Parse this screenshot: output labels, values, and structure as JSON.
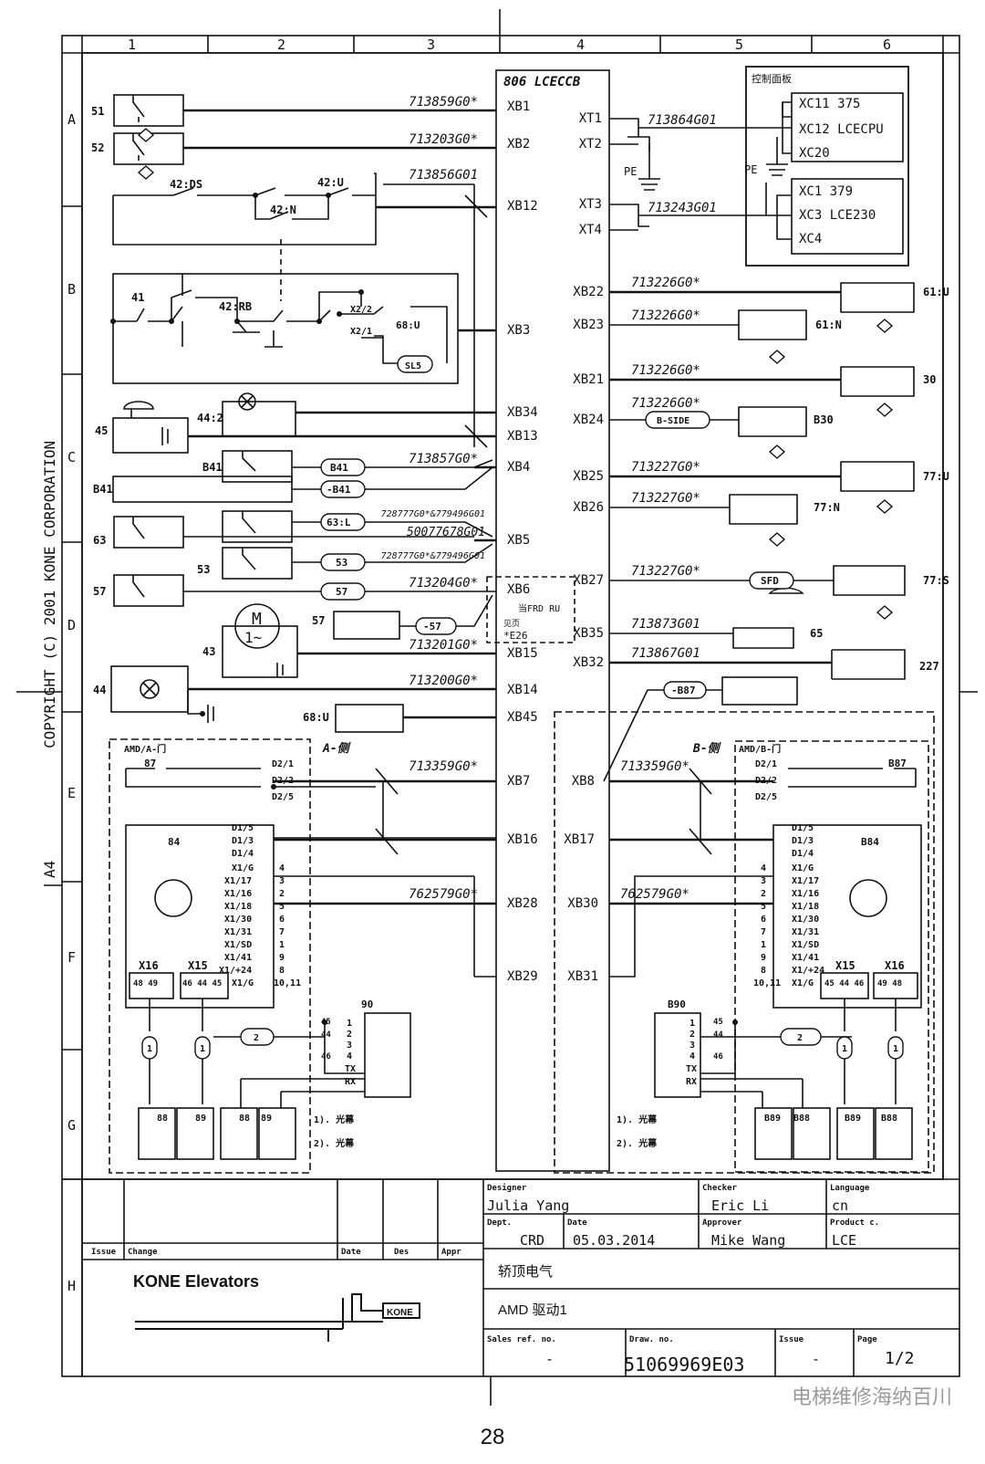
{
  "copyright": "COPYRIGHT (C) 2001 KONE CORPORATION",
  "paper_size": "A4",
  "page_number": "28",
  "watermark": "电梯维修海纳百川",
  "column_labels": [
    "1",
    "2",
    "3",
    "4",
    "5",
    "6"
  ],
  "row_labels": [
    "A",
    "B",
    "C",
    "D",
    "E",
    "F",
    "G",
    "H"
  ],
  "board": {
    "title": "806 LCECCB",
    "left_pins": [
      "XB1",
      "XB2",
      "XB12",
      "XB3",
      "XB34",
      "XB13",
      "XB4",
      "XB5",
      "XB6",
      "XB15",
      "XB14",
      "XB45",
      "XB7",
      "XB16",
      "XB28",
      "XB29"
    ],
    "right_pins": [
      "XT1",
      "XT2",
      "XT3",
      "XT4",
      "XB22",
      "XB23",
      "XB21",
      "XB24",
      "XB25",
      "XB26",
      "XB27",
      "XB35",
      "XB32",
      "XB8",
      "XB17",
      "XB30",
      "XB31"
    ]
  },
  "control_panel": {
    "title": "控制面板",
    "box1": [
      "XC11 375",
      "XC12 LCECPU",
      "XC20"
    ],
    "box2": [
      "XC1 379",
      "XC3 LCE230",
      "XC4"
    ],
    "pe": "PE"
  },
  "cables": {
    "c1": "713859G0*",
    "c2": "713203G0*",
    "c3": "713856G01",
    "c4": "713857G0*",
    "c5a": "728777G0*&779496G01",
    "c5b": "50077678G01",
    "c5c": "728777G0*&779496G01",
    "c6": "713204G0*",
    "c7": "713201G0*",
    "c8": "713200G0*",
    "c9": "713359G0*",
    "c10": "762579G0*",
    "ct1": "713864G01",
    "ct2": "713243G01",
    "r22": "713226G0*",
    "r23": "713226G0*",
    "r21": "713226G0*",
    "r24": "713226G0*",
    "r25": "713227G0*",
    "r26": "713227G0*",
    "r27": "713227G0*",
    "r35": "713873G01",
    "r32": "713867G01",
    "r8": "713359G0*",
    "r30": "762579G0*"
  },
  "left_devices": {
    "d51": "51",
    "d52": "52",
    "d42ds": "42:DS",
    "d42u": "42:U",
    "d42n": "42:N",
    "d41": "41",
    "d42rb": "42:RB",
    "x22": "X2/2",
    "x21": "X2/1",
    "d68u": "68:U",
    "sls": "SL5",
    "d45": "45",
    "d442": "44:2",
    "b41a": "B41",
    "b41b": "B41",
    "b41c": "B41",
    "b41d": "-B41",
    "d63": "63",
    "c63l": "63:L",
    "d53": "53",
    "c53": "53",
    "d57": "57",
    "c57": "57",
    "d57b": "57",
    "c57b": "-57",
    "d43": "43",
    "motor_m": "M",
    "motor_sub": "1~",
    "d44": "44",
    "d68ub": "68:U",
    "note_frd": "当FRD RU",
    "note_page": "见页",
    "note_e26": "*E26"
  },
  "right_devices": {
    "d61u": "61:U",
    "d61n": "61:N",
    "d30": "30",
    "bside": "B-SIDE",
    "b30": "B30",
    "d77u": "77:U",
    "d77n": "77:N",
    "sfd": "SFD",
    "d77s": "77:S",
    "d65": "65",
    "d227": "227",
    "b87c": "-B87"
  },
  "amd_a": {
    "title": "AMD/A-门",
    "side": "A-侧",
    "d87": "87",
    "pins": [
      "D2/1",
      "D2/2",
      "D2/5"
    ],
    "drive": "84",
    "terms": [
      "D1/5",
      "D1/3",
      "D1/4",
      "X1/G",
      "X1/17",
      "X1/16",
      "X1/18",
      "X1/30",
      "X1/31",
      "X1/SD",
      "X1/41",
      "X1/+24",
      "X1/G"
    ],
    "nums": [
      "4",
      "3",
      "2",
      "5",
      "6",
      "7",
      "1",
      "9",
      "8",
      "10,11"
    ],
    "x16": "X16",
    "x15": "X15",
    "x16pins": "48 49",
    "x15pins": "46 44 45",
    "box90": "90",
    "p90": [
      "45",
      "44",
      "46"
    ],
    "p90r": [
      "1",
      "2",
      "3",
      "4",
      "TX",
      "RX"
    ],
    "c2": "2",
    "c1a": "1",
    "c1b": "1",
    "sensors": [
      "88",
      "89",
      "88",
      "89"
    ],
    "n1": "1). 光幕",
    "n2": "2). 光幕"
  },
  "amd_b": {
    "title": "AMD/B-门",
    "side": "B-侧",
    "d87": "B87",
    "pins": [
      "D2/1",
      "D2/2",
      "D2/5"
    ],
    "drive": "B84",
    "x16": "X16",
    "x15": "X15",
    "x16pins": "49 48",
    "x15pins": "45 44 46",
    "box90": "B90",
    "c2": "2",
    "c1a": "1",
    "c1b": "1",
    "sensors": [
      "B89",
      "B88",
      "B89",
      "B88"
    ],
    "n1": "1). 光幕",
    "n2": "2). 光幕"
  },
  "title_block": {
    "designer_label": "Designer",
    "designer": "Julia Yang",
    "checker_label": "Checker",
    "checker": "Eric Li",
    "language_label": "Language",
    "language": "cn",
    "dept_label": "Dept.",
    "dept": "CRD",
    "date_label": "Date",
    "date": "05.03.2014",
    "approver_label": "Approver",
    "approver": "Mike Wang",
    "product_label": "Product c.",
    "product": "LCE",
    "issue_label": "Issue",
    "change_label": "Change",
    "date_col": "Date",
    "des_col": "Des",
    "appr_col": "Appr",
    "company": "KONE Elevators",
    "kone_logo": "KONE",
    "title1": "轿顶电气",
    "title2": "AMD 驱动1",
    "sales_label": "Sales ref. no.",
    "sales": "-",
    "draw_label": "Draw. no.",
    "draw": "51069969E03",
    "issue2_label": "Issue",
    "issue2": "-",
    "page_label": "Page",
    "page": "1/2"
  }
}
